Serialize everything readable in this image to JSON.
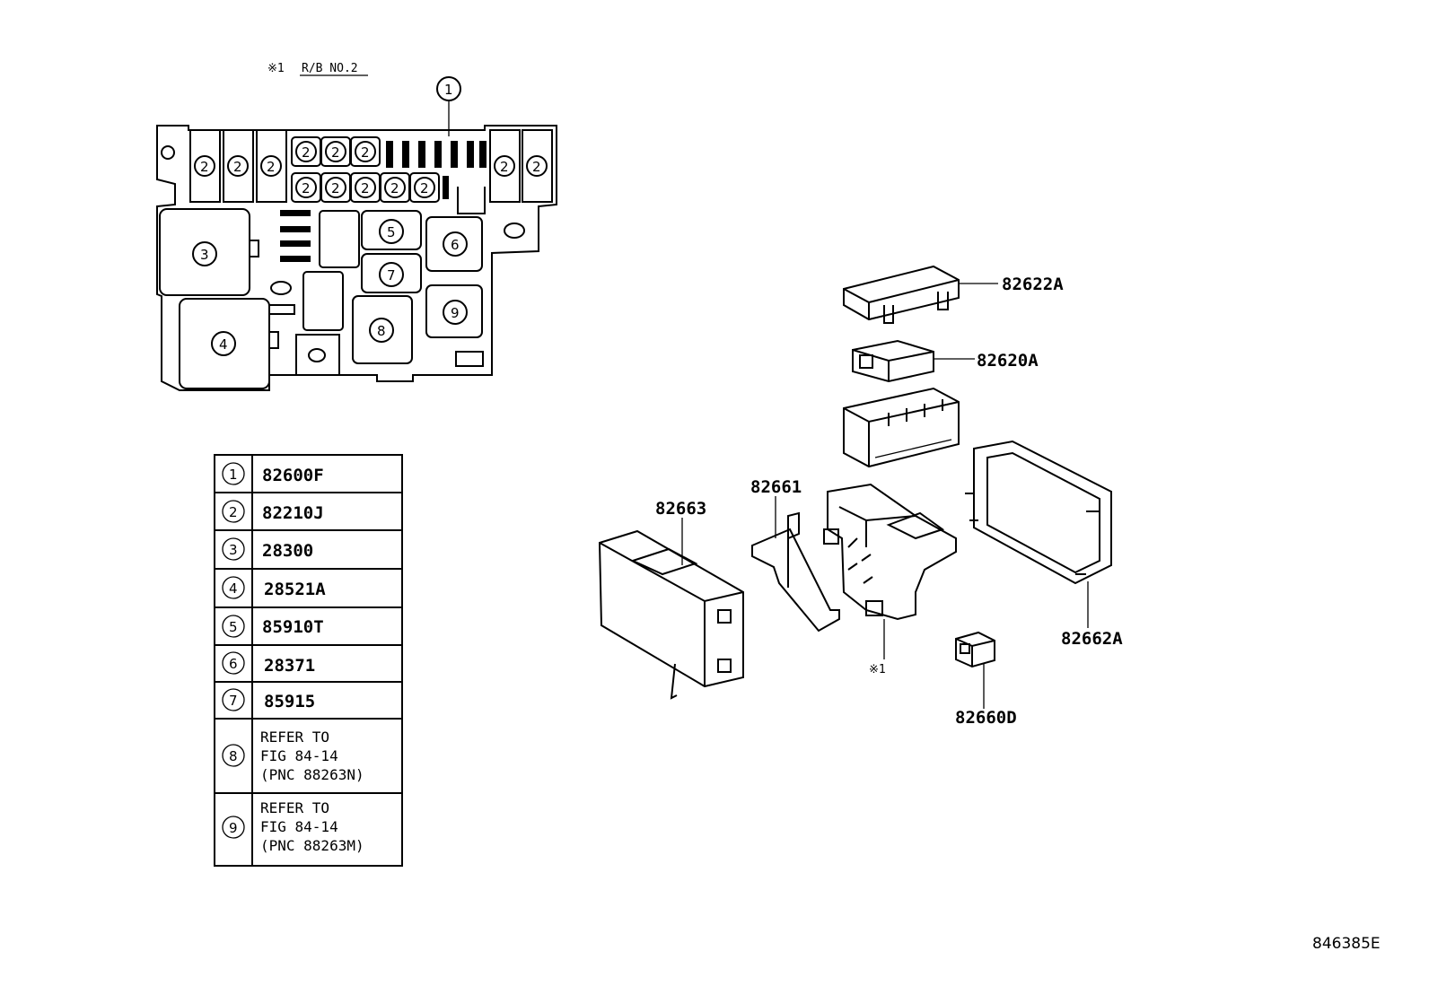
{
  "relay_block": {
    "title_mark": "※1",
    "title": "R/B NO.2",
    "callouts": {
      "c1": "1",
      "c2": "2",
      "c3": "3",
      "c4": "4",
      "c5": "5",
      "c6": "6",
      "c7": "7",
      "c8": "8",
      "c9": "9"
    }
  },
  "legend": [
    {
      "key": "1",
      "lines": [
        "82600F"
      ]
    },
    {
      "key": "2",
      "lines": [
        "82210J"
      ]
    },
    {
      "key": "3",
      "lines": [
        "28300"
      ]
    },
    {
      "key": "4",
      "lines": [
        "28521A"
      ]
    },
    {
      "key": "5",
      "lines": [
        "85910T"
      ]
    },
    {
      "key": "6",
      "lines": [
        "28371"
      ]
    },
    {
      "key": "7",
      "lines": [
        "85915"
      ]
    },
    {
      "key": "8",
      "lines": [
        "REFER TO",
        "FIG 84-14",
        "(PNC 88263N)"
      ]
    },
    {
      "key": "9",
      "lines": [
        "REFER TO",
        "FIG 84-14",
        "(PNC 88263M)"
      ]
    }
  ],
  "parts": {
    "p82622A": "82622A",
    "p82620A": "82620A",
    "p82661": "82661",
    "p82663": "82663",
    "p82662A": "82662A",
    "p82660D": "82660D",
    "mark1": "※1"
  },
  "figure_id": "846385E"
}
